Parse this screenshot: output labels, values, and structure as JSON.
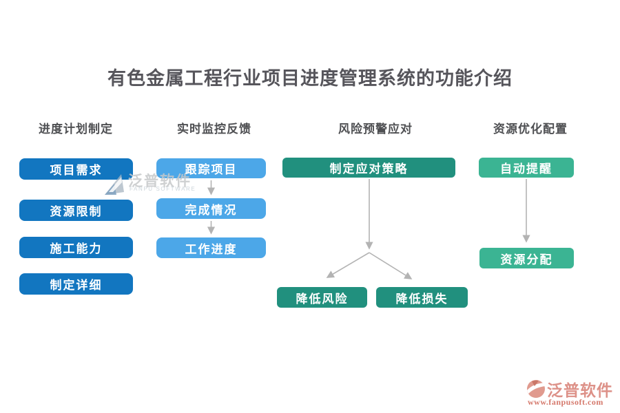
{
  "title": "有色金属工程行业项目进度管理系统的功能介绍",
  "columns": [
    {
      "header": "进度计划制定",
      "boxes": [
        "项目需求",
        "资源限制",
        "施工能力",
        "制定详细"
      ],
      "color": "#1276c0"
    },
    {
      "header": "实时监控反馈",
      "boxes": [
        "跟踪项目",
        "完成情况",
        "工作进度"
      ],
      "color": "#4ca7e8"
    },
    {
      "header": "风险预警应对",
      "boxes": [
        "制定应对策略",
        "降低风险",
        "降低损失"
      ],
      "color": "#21907e"
    },
    {
      "header": "资源优化配置",
      "boxes": [
        "自动提醒",
        "资源分配"
      ],
      "color": "#3bb493"
    }
  ],
  "watermarks": {
    "top": {
      "brand": "泛普软件",
      "sub": "FANPU SOFTWARE"
    },
    "bottom": {
      "brand": "泛普软件",
      "url": "www.fanpusoft.com"
    }
  },
  "colors": {
    "title_text": "#56555b",
    "header_text": "#4e4f52",
    "arrow": "#b3b3b3",
    "watermark_top": "#c6c8ca",
    "watermark_bottom": "#dd9188",
    "watermark_url": "#d5796c"
  }
}
